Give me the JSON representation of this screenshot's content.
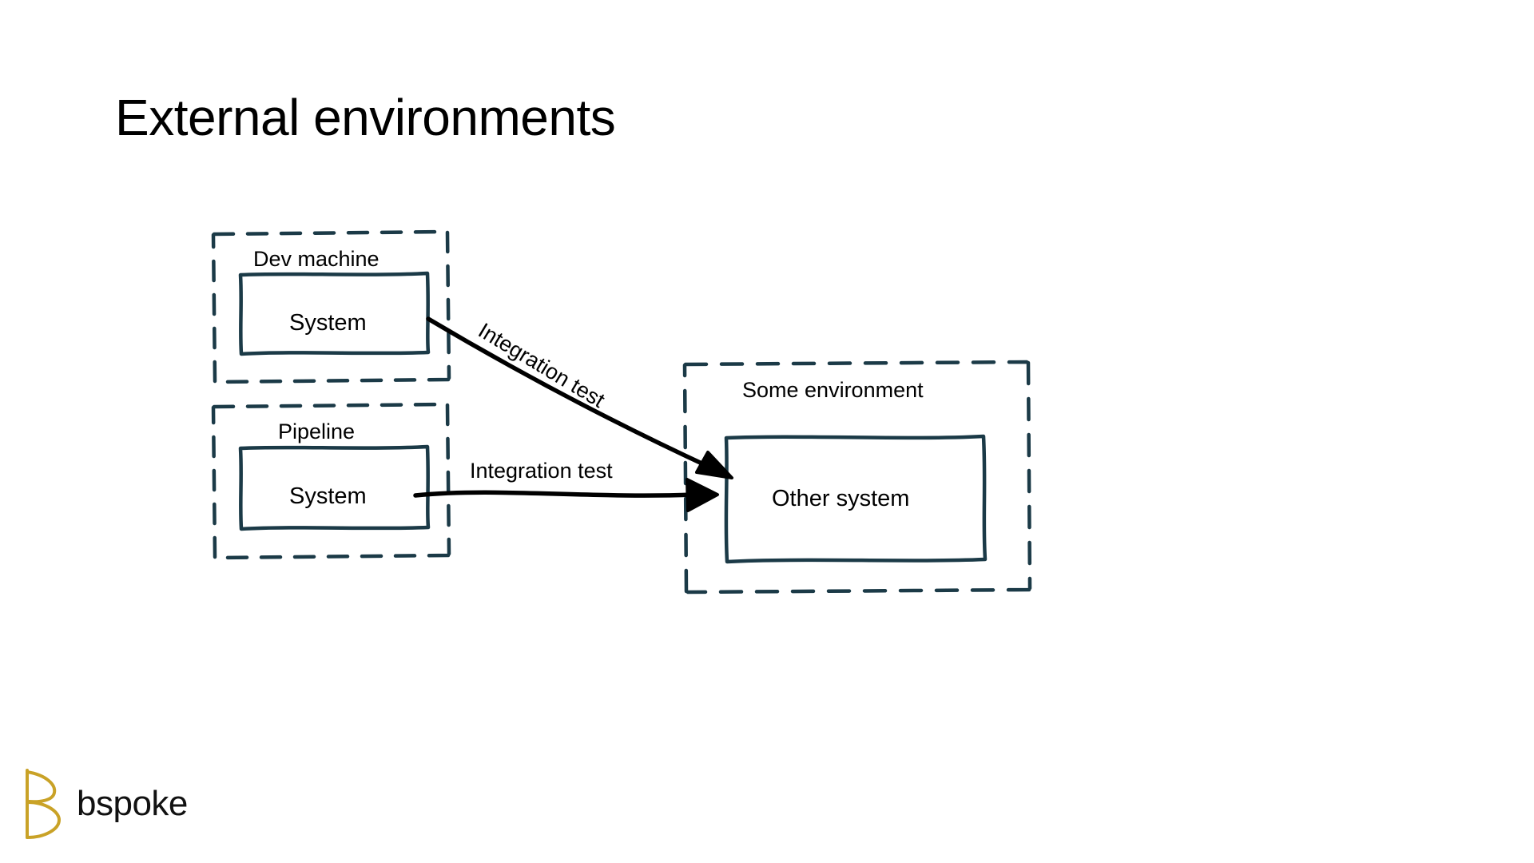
{
  "slide": {
    "title": "External environments",
    "background_color": "#ffffff"
  },
  "theme": {
    "stroke_color": "#1b3a47",
    "arrow_color": "#000000",
    "text_color": "#000000",
    "logo_color": "#c9a227"
  },
  "diagram": {
    "type": "architecture-sketch",
    "groups": [
      {
        "id": "dev-machine",
        "label": "Dev machine",
        "style": "dashed"
      },
      {
        "id": "pipeline",
        "label": "Pipeline",
        "style": "dashed"
      },
      {
        "id": "some-environment",
        "label": "Some environment",
        "style": "dashed"
      }
    ],
    "nodes": [
      {
        "id": "system-dev",
        "label": "System",
        "group": "dev-machine"
      },
      {
        "id": "system-pipeline",
        "label": "System",
        "group": "pipeline"
      },
      {
        "id": "other-system",
        "label": "Other system",
        "group": "some-environment"
      }
    ],
    "edges": [
      {
        "id": "edge-dev-to-other",
        "label": "Integration test",
        "from": "system-dev",
        "to": "other-system",
        "rotated": true
      },
      {
        "id": "edge-pipeline-to-other",
        "label": "Integration test",
        "from": "system-pipeline",
        "to": "other-system",
        "rotated": false
      }
    ]
  },
  "brand": {
    "name": "bspoke",
    "mark": "bspoke-logo-icon"
  }
}
